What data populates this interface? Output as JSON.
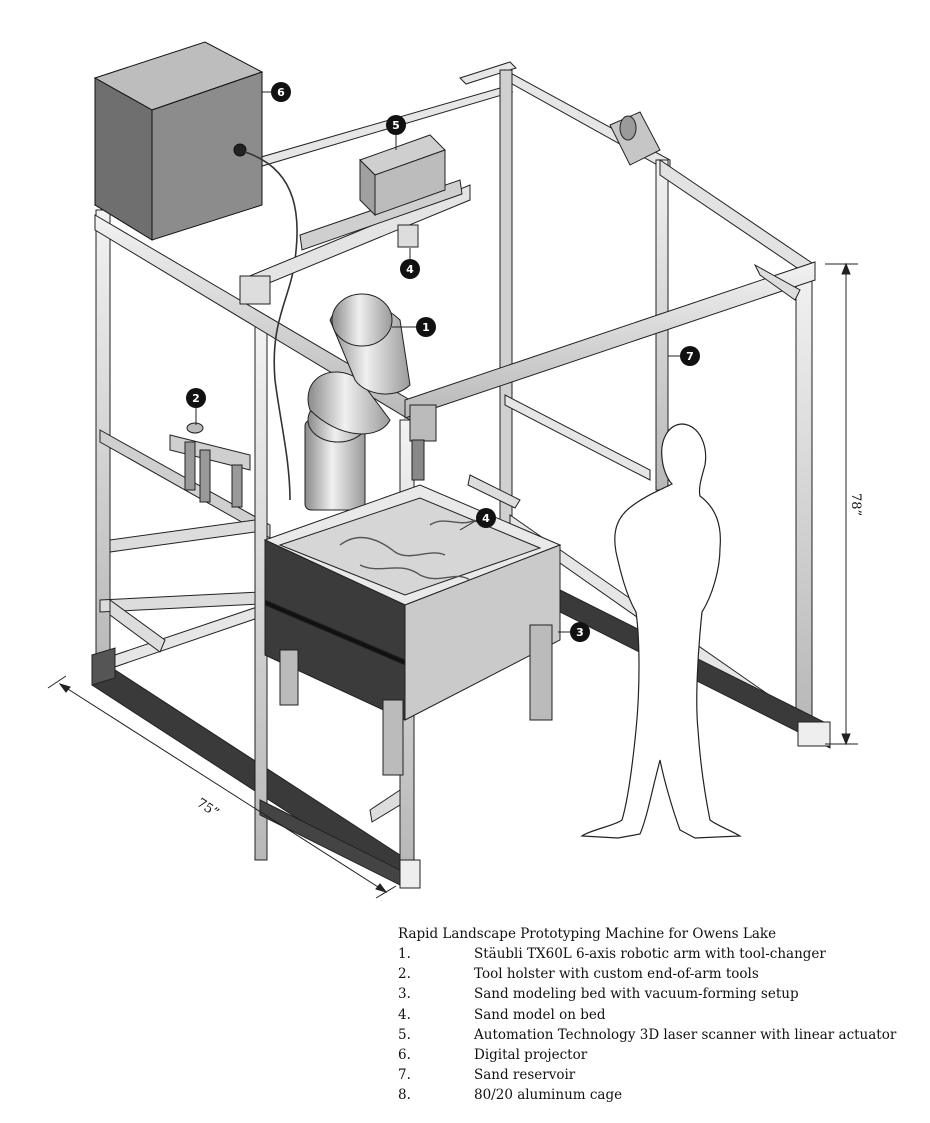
{
  "dimensions": {
    "width_label": "75”",
    "height_label": "78”"
  },
  "callouts": {
    "c1": "1",
    "c2": "2",
    "c3": "3",
    "c4": "4",
    "c5": "5",
    "c6": "6",
    "c7": "7"
  },
  "legend": {
    "title": "Rapid Landscape Prototyping Machine for Owens Lake",
    "items": [
      {
        "num": "1.",
        "text": "Stäubli TX60L 6-axis robotic arm with tool-changer"
      },
      {
        "num": "2.",
        "text": "Tool holster with custom end-of-arm tools"
      },
      {
        "num": "3.",
        "text": "Sand modeling bed with vacuum-forming setup"
      },
      {
        "num": "4.",
        "text": "Sand model on bed"
      },
      {
        "num": "5.",
        "text": "Automation Technology 3D laser scanner with linear actuator"
      },
      {
        "num": "6.",
        "text": "Digital projector"
      },
      {
        "num": "7.",
        "text": "Sand reservoir"
      },
      {
        "num": "8.",
        "text": "80/20 aluminum cage"
      }
    ]
  }
}
